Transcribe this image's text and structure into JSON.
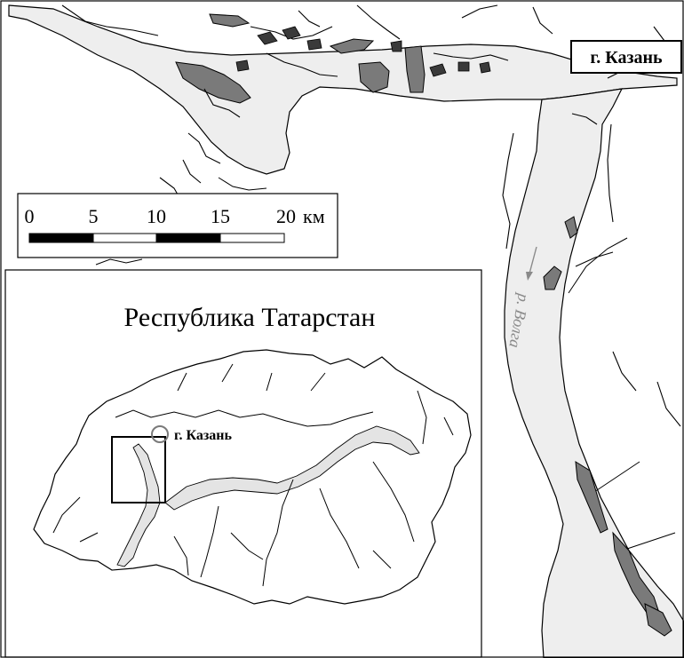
{
  "main_map": {
    "city_label": "г. Казань",
    "river_label": "р. Волга"
  },
  "scale_bar": {
    "ticks": [
      "0",
      "5",
      "10",
      "15",
      "20"
    ],
    "unit": "км"
  },
  "inset": {
    "title": "Республика Татарстан",
    "city_label": "г. Казань"
  },
  "colors": {
    "water": "#eeeeee",
    "islands": "#7a7a7a",
    "outline": "#000000",
    "river_label": "#8a8a8a"
  }
}
